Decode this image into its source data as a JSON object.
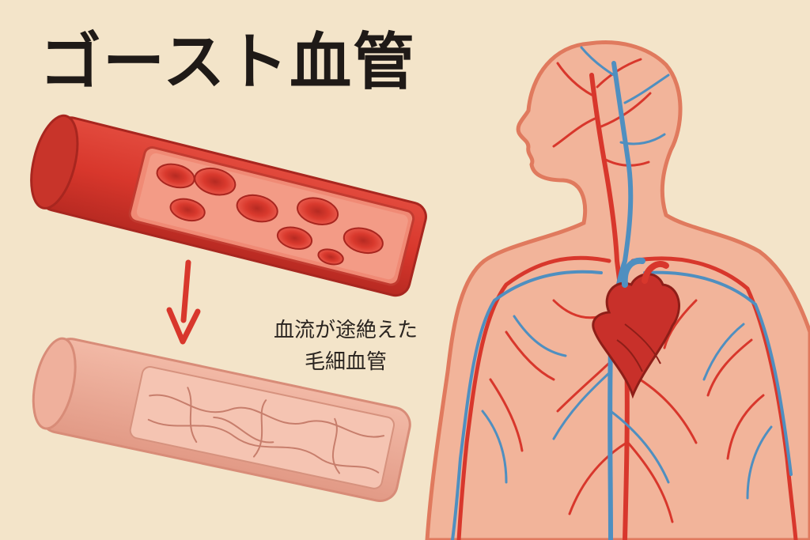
{
  "title": "ゴースト血管",
  "caption": {
    "line1": "血流が途絶えた",
    "line2": "毛細血管"
  },
  "colors": {
    "background": "#f3e4c9",
    "artery": "#d8372c",
    "vein": "#4f8fc0",
    "skin": "#f2b49a",
    "ghost_vessel": "#e9a48f",
    "title_text": "#1f1a17"
  },
  "icons": {
    "arrow": "down-arrow-icon",
    "heart": "heart-icon"
  }
}
